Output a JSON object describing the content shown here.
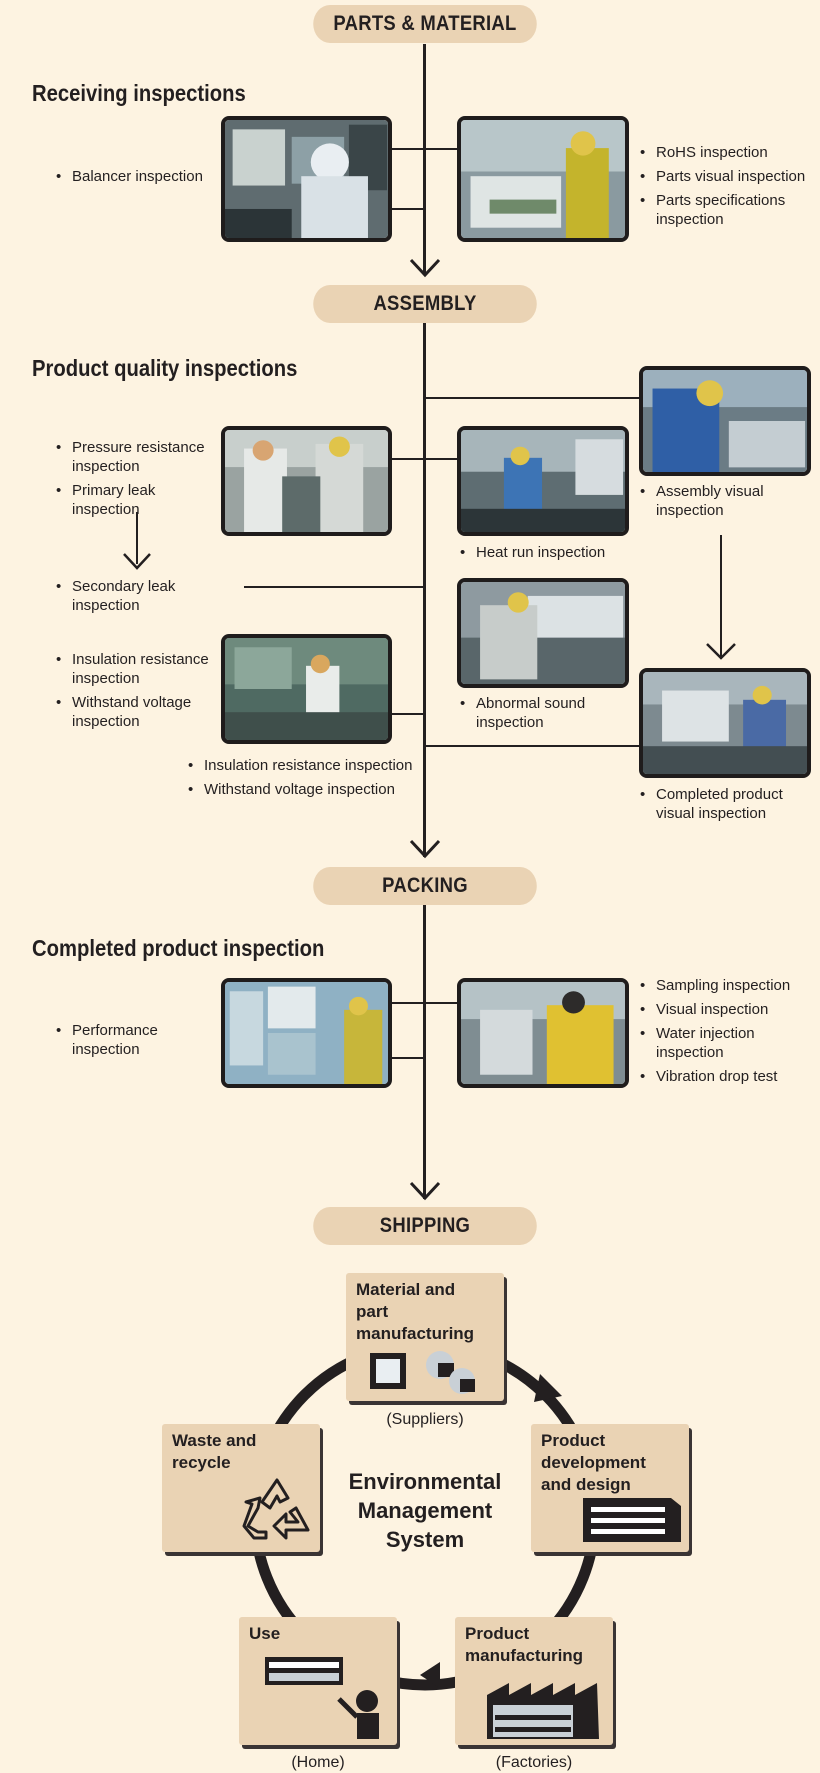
{
  "stages": {
    "parts_material": "PARTS & MATERIAL",
    "assembly": "ASSEMBLY",
    "packing": "PACKING",
    "shipping": "SHIPPING"
  },
  "sections": {
    "receiving": {
      "title": "Receiving inspections",
      "left_items": [
        "Balancer inspection"
      ],
      "right_items": [
        "RoHS inspection",
        "Parts visual inspection",
        "Parts specifications inspection"
      ]
    },
    "product_quality": {
      "title": "Product quality inspections",
      "left_top_items": [
        "Pressure resistance inspection",
        "Primary leak inspection"
      ],
      "left_secondary": "Secondary leak inspection",
      "left_bottom_items": [
        "Insulation resistance inspection",
        "Withstand voltage inspection"
      ],
      "center_bottom_items": [
        "Insulation resistance inspection",
        "Withstand voltage inspection"
      ],
      "center_heat_run": "Heat run inspection",
      "center_abnormal": "Abnormal sound inspection",
      "right_assembly_visual": "Assembly visual inspection",
      "right_completed_visual": "Completed product visual inspection"
    },
    "completed": {
      "title": "Completed product inspection",
      "left_items": [
        "Performance inspection"
      ],
      "right_items": [
        "Sampling inspection",
        "Visual inspection",
        "Water injection inspection",
        "Vibration drop test"
      ]
    }
  },
  "cycle": {
    "center": "Environmental Management System",
    "material": {
      "label": "Material and part manufacturing",
      "caption": "(Suppliers)",
      "icon": "chip-and-nuts-icon"
    },
    "development": {
      "label": "Product development and design",
      "icon": "document-stack-icon"
    },
    "manufacturing": {
      "label": "Product manufacturing",
      "caption": "(Factories)",
      "icon": "factory-icon"
    },
    "use": {
      "label": "Use",
      "caption": "(Home)",
      "icon": "aircon-user-icon"
    },
    "waste": {
      "label": "Waste and recycle",
      "icon": "recycle-icon"
    }
  },
  "colors": {
    "background": "#fdf3e1",
    "pill": "#ead3b4",
    "ink": "#231f20"
  }
}
